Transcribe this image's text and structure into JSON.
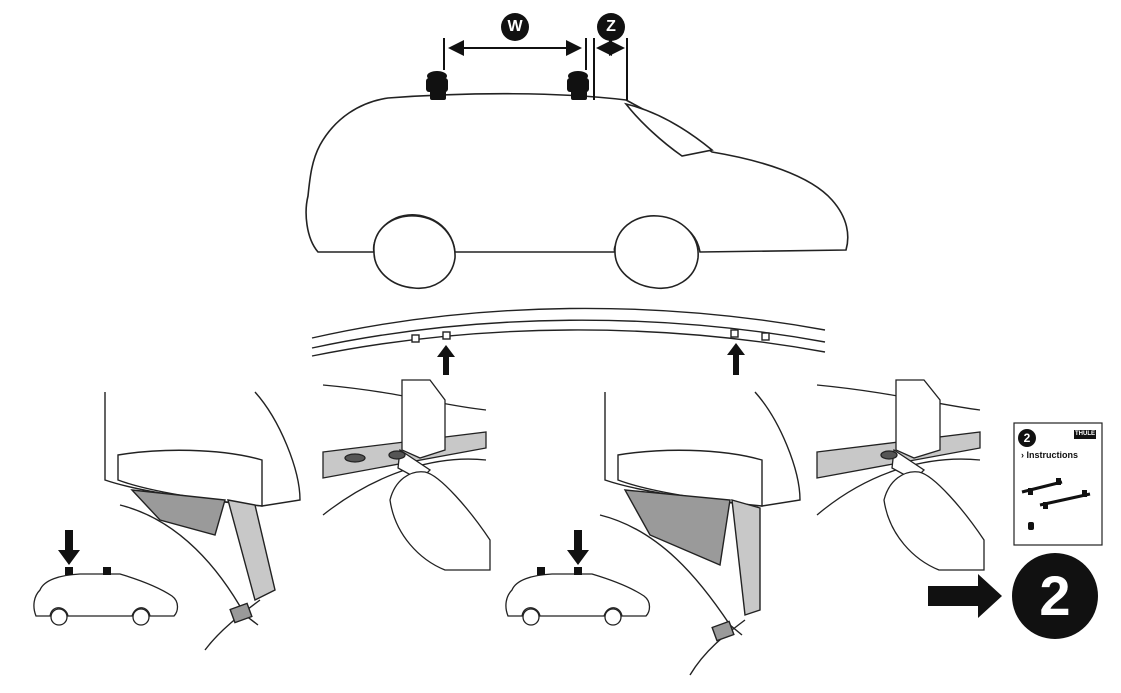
{
  "dimensions": {
    "width_label": "W",
    "offset_label": "Z"
  },
  "next_step": {
    "number": "2"
  },
  "instructions_booklet": {
    "step_number": "2",
    "title": "› Instructions",
    "brand": "THULE"
  },
  "colors": {
    "ink": "#111111",
    "line": "#222222",
    "glass_grey": "#c8c8c8",
    "shadow_grey": "#9a9a9a",
    "background": "#ffffff"
  }
}
